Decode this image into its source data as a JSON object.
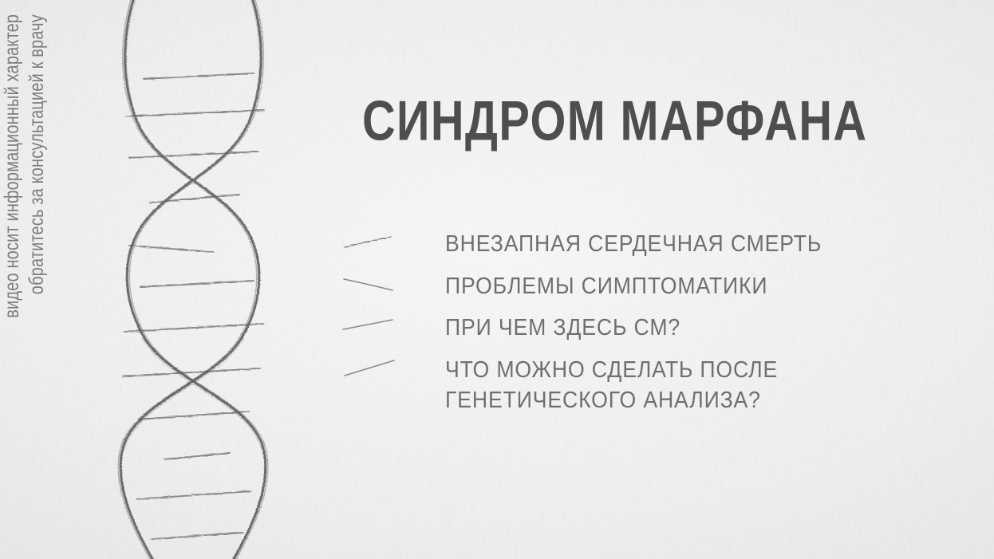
{
  "slide": {
    "background_color": "#f2f2f1",
    "title": "СИНДРОМ МАРФАНА",
    "title_color": "#4e4e4e",
    "body_color": "#6f6f6f",
    "disclaimer_color": "#7d7d7d",
    "sketch_color": "#6b6b6b"
  },
  "disclaimer": {
    "line1": "видео носит информационный характер",
    "line2": "обратитесь за консультацией к врачу"
  },
  "illustration": {
    "name": "dna-double-helix-sketch",
    "description": "Hand-drawn pencil sketch of a DNA double helix with horizontal base-pair rungs"
  },
  "bullets": [
    {
      "marker": "dash-mark",
      "text": "ВНЕЗАПНАЯ СЕРДЕЧНАЯ СМЕРТЬ"
    },
    {
      "marker": "dash-mark",
      "text": "ПРОБЛЕМЫ СИМПТОМАТИКИ"
    },
    {
      "marker": "dash-mark",
      "text": "ПРИ ЧЕМ ЗДЕСЬ СМ?"
    },
    {
      "marker": "dash-mark",
      "text": "ЧТО МОЖНО СДЕЛАТЬ ПОСЛЕ\nГЕНЕТИЧЕСКОГО АНАЛИЗА?"
    }
  ]
}
